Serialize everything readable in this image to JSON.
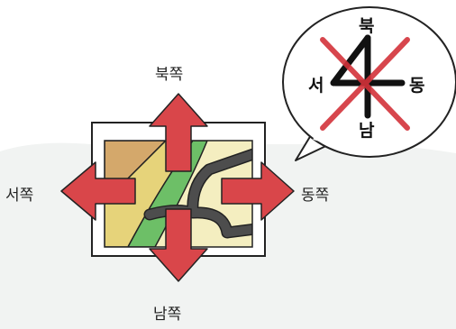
{
  "directions": {
    "north": "북쪽",
    "south": "남쪽",
    "east": "동쪽",
    "west": "서쪽"
  },
  "speech_bubble": {
    "north": "북",
    "south": "남",
    "east": "동",
    "west": "서",
    "crossed_out": true
  },
  "colors": {
    "arrow": "#d9464a",
    "ground": "#f1f3f2",
    "cross": "#d3323a",
    "terrain_brown": "#d4a86b",
    "terrain_yellow": "#e6d37a",
    "terrain_green": "#6dbf67",
    "terrain_cream": "#f4eec0",
    "road": "#4d4d4d"
  }
}
